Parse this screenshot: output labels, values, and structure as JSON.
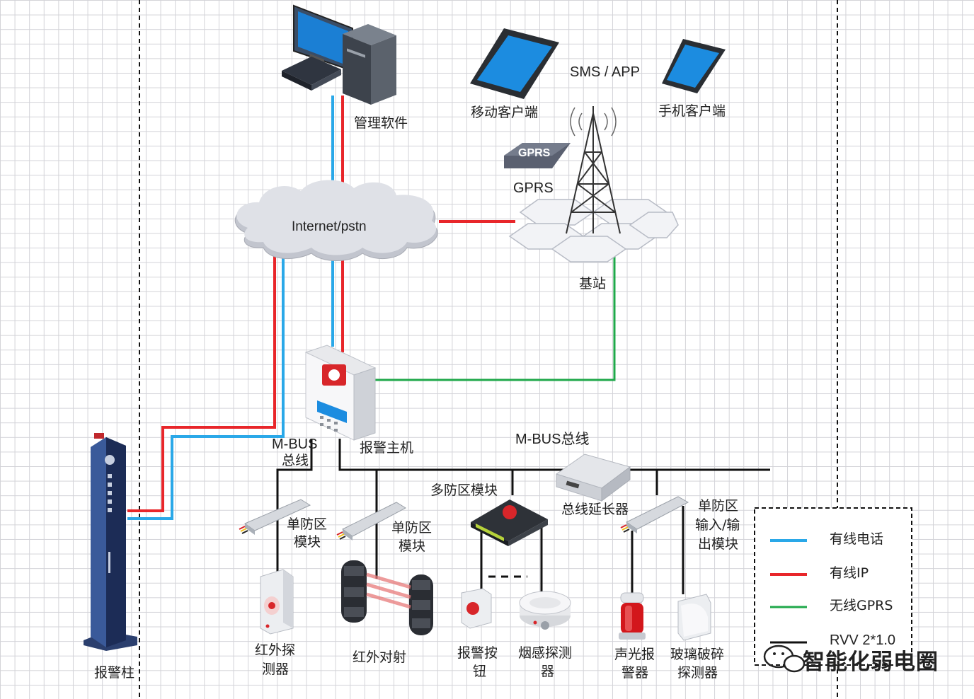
{
  "labels": {
    "mgmt_software": "管理软件",
    "mobile_client": "移动客户端",
    "phone_client": "手机客户端",
    "sms_app": "SMS / APP",
    "gprs_badge": "GPRS",
    "gprs": "GPRS",
    "internet": "Internet/pstn",
    "base_station": "基站",
    "alarm_host": "报警主机",
    "mbus_left_1": "M-BUS",
    "mbus_left_2": "总线",
    "mbus_bus": "M-BUS总线",
    "multi_zone": "多防区模块",
    "bus_extender": "总线延长器",
    "single_zone_1a": "单防区",
    "single_zone_1b": "模块",
    "single_zone_2a": "单防区",
    "single_zone_2b": "模块",
    "single_io_1": "单防区",
    "single_io_2": "输入/输",
    "single_io_3": "出模块",
    "ir_detector_1": "红外探",
    "ir_detector_2": "测器",
    "ir_beam": "红外对射",
    "alarm_button_1": "报警按",
    "alarm_button_2": "钮",
    "smoke_1": "烟感探测",
    "smoke_2": "器",
    "strobe_1": "声光报",
    "strobe_2": "警器",
    "glass_1": "玻璃破碎",
    "glass_2": "探测器",
    "alarm_pillar": "报警柱"
  },
  "legend": [
    {
      "label": "有线电话",
      "color": "#2aa8e8"
    },
    {
      "label": "有线IP",
      "color": "#e8262a"
    },
    {
      "label": "无线GPRS",
      "color": "#1fa84a"
    },
    {
      "label": "RVV 2*1.0",
      "color": "#111111"
    }
  ],
  "watermark": "智能化弱电圈",
  "colors": {
    "phone": "#2aa8e8",
    "ip": "#e8262a",
    "gprs": "#1fa84a",
    "bus": "#111111"
  }
}
